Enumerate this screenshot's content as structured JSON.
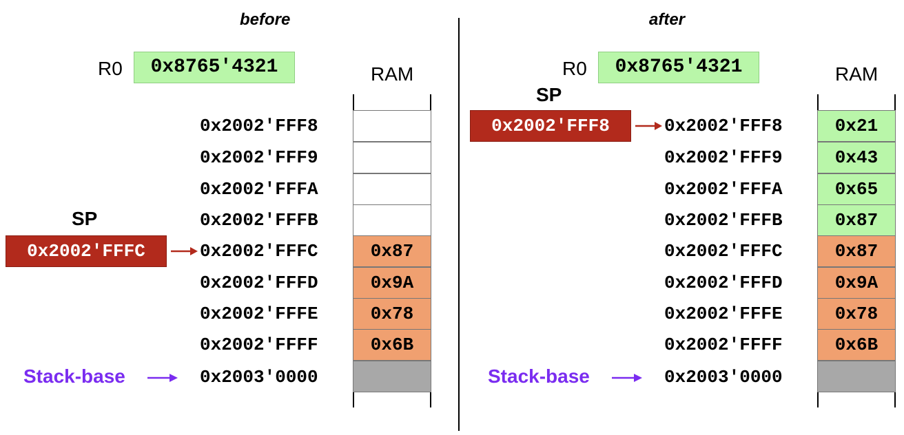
{
  "colors": {
    "pushed": "#b9f6a9",
    "existing": "#f0a070",
    "base": "#a8a8a8",
    "empty": "#ffffff",
    "sp": "#b22a1c",
    "stack_base": "#7a2cf0"
  },
  "before": {
    "title": "before",
    "r0_label": "R0",
    "r0_value": "0x8765'4321",
    "ram_label": "RAM",
    "sp_label": "SP",
    "sp_value": "0x2002'FFFC",
    "rows": [
      {
        "addr": "0x2002'FFF8",
        "value": "",
        "state": "empty"
      },
      {
        "addr": "0x2002'FFF9",
        "value": "",
        "state": "empty"
      },
      {
        "addr": "0x2002'FFFA",
        "value": "",
        "state": "empty"
      },
      {
        "addr": "0x2002'FFFB",
        "value": "",
        "state": "empty"
      },
      {
        "addr": "0x2002'FFFC",
        "value": "0x87",
        "state": "existing"
      },
      {
        "addr": "0x2002'FFFD",
        "value": "0x9A",
        "state": "existing"
      },
      {
        "addr": "0x2002'FFFE",
        "value": "0x78",
        "state": "existing"
      },
      {
        "addr": "0x2002'FFFF",
        "value": "0x6B",
        "state": "existing"
      },
      {
        "addr": "0x2003'0000",
        "value": "",
        "state": "base"
      }
    ],
    "stack_base_label": "Stack-base"
  },
  "after": {
    "title": "after",
    "r0_label": "R0",
    "r0_value": "0x8765'4321",
    "ram_label": "RAM",
    "sp_label": "SP",
    "sp_value": "0x2002'FFF8",
    "rows": [
      {
        "addr": "0x2002'FFF8",
        "value": "0x21",
        "state": "pushed"
      },
      {
        "addr": "0x2002'FFF9",
        "value": "0x43",
        "state": "pushed"
      },
      {
        "addr": "0x2002'FFFA",
        "value": "0x65",
        "state": "pushed"
      },
      {
        "addr": "0x2002'FFFB",
        "value": "0x87",
        "state": "pushed"
      },
      {
        "addr": "0x2002'FFFC",
        "value": "0x87",
        "state": "existing"
      },
      {
        "addr": "0x2002'FFFD",
        "value": "0x9A",
        "state": "existing"
      },
      {
        "addr": "0x2002'FFFE",
        "value": "0x78",
        "state": "existing"
      },
      {
        "addr": "0x2002'FFFF",
        "value": "0x6B",
        "state": "existing"
      },
      {
        "addr": "0x2003'0000",
        "value": "",
        "state": "base"
      }
    ],
    "stack_base_label": "Stack-base"
  }
}
